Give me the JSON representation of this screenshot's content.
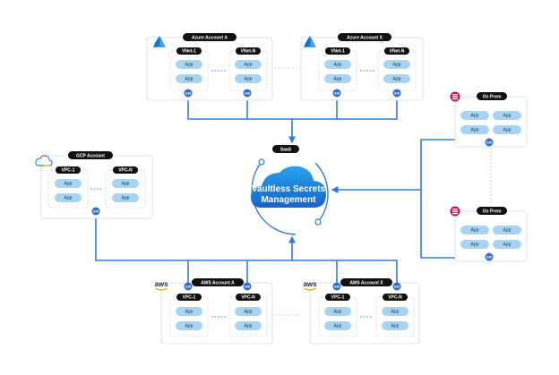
{
  "colors": {
    "line": "#2f7de0",
    "box_border": "#cfdbe6",
    "pill": "#111111",
    "app_fill": "#a9d3f3",
    "gateway": "#2f6fd0",
    "cloud_top": "#27a2ec",
    "cloud_bottom": "#1565c9",
    "onprem_icon": "#c2185b",
    "azure_icon": "#0078d4",
    "aws_icon": "#232f3e",
    "aws_smile": "#ff9900"
  },
  "saas": {
    "label": "SaaS",
    "line1": "Vaultless Secrets",
    "line2": "Management"
  },
  "gateway_label": "GW",
  "app_label": "App",
  "accounts": {
    "azure_a": {
      "title": "Azure Account A",
      "icon": "azure-icon",
      "net1": "VNet-1",
      "net2": "VNet-N"
    },
    "azure_x": {
      "title": "Azure Account X",
      "icon": "azure-icon",
      "net1": "VNet-1",
      "net2": "VNet-N"
    },
    "gcp": {
      "title": "GCP Account",
      "icon": "google-cloud-icon",
      "net1": "VPC-1",
      "net2": "VPC-N"
    },
    "aws_a": {
      "title": "AWS Account A",
      "icon": "aws-icon",
      "net1": "VPC-1",
      "net2": "VPC-N"
    },
    "aws_x": {
      "title": "AWS Account X",
      "icon": "aws-icon",
      "net1": "VPC-1",
      "net2": "VPC-N"
    },
    "onprem_1": {
      "title": "On Prem",
      "icon": "database-icon"
    },
    "onprem_2": {
      "title": "On Prem",
      "icon": "database-icon"
    }
  },
  "aws_logo_text": "aws"
}
